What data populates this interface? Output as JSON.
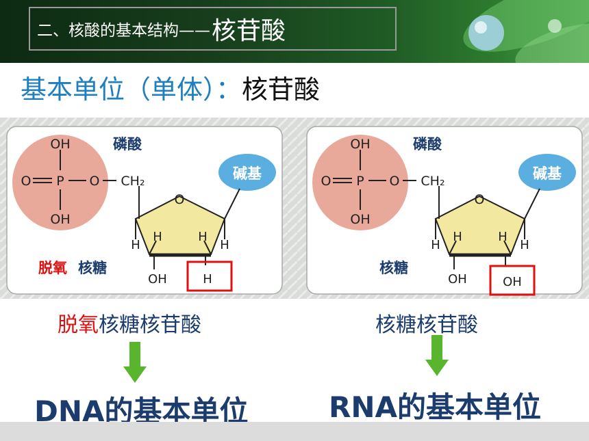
{
  "header": {
    "title_part1": "二、核酸的基本结构——",
    "title_part2": "核苷酸"
  },
  "subtitle": {
    "label": "基本单位（单体）：",
    "value": "核苷酸"
  },
  "dna_panel": {
    "phosphate_label": "磷酸",
    "base_label": "碱基",
    "sugar_prefix": "脱氧",
    "sugar_suffix": "核糖",
    "oh_top": "OH",
    "oh_bottom": "OH",
    "o_left": "O",
    "p": "P",
    "o_mid": "O",
    "ch2": "CH₂",
    "ring_o": "O",
    "h1": "H",
    "h2": "H",
    "h3": "H",
    "h4": "H",
    "c3_group": "OH",
    "c2_group": "H"
  },
  "rna_panel": {
    "phosphate_label": "磷酸",
    "base_label": "碱基",
    "sugar_label": "核糖",
    "oh_top": "OH",
    "oh_bottom": "OH",
    "o_left": "O",
    "p": "P",
    "o_mid": "O",
    "ch2": "CH₂",
    "ring_o": "O",
    "h1": "H",
    "h2": "H",
    "h3": "H",
    "h4": "H",
    "c3_group": "OH",
    "c2_group": "OH"
  },
  "captions": {
    "dna_prefix": "脱氧",
    "dna_suffix": "核糖核苷酸",
    "rna": "核糖核苷酸"
  },
  "units": {
    "dna": "DNA的基本单位",
    "rna": "RNA的基本单位"
  },
  "colors": {
    "accent_blue": "#1d7fbf",
    "label_navy": "#1c3c6e",
    "highlight_red": "#e01010",
    "arrow_green": "#5ab52e",
    "phosphate_fill": "#e8a89a",
    "base_fill": "#5aaee0",
    "sugar_fill": "#f3e8a0"
  }
}
